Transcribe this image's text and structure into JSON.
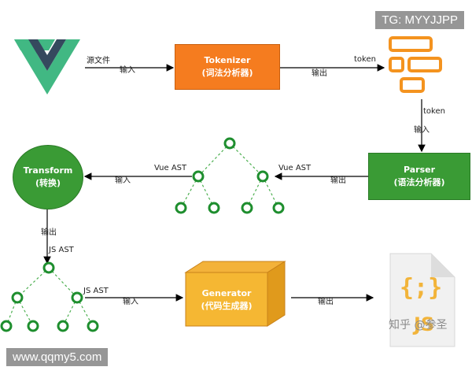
{
  "watermark_top": "TG: MYYJJPP",
  "watermark_bottom": "www.qqmy5.com",
  "watermark_zhihu": "知乎 @参圣",
  "source_label": "源文件",
  "input": "输入",
  "output": "输出",
  "token": "token",
  "vue_ast": "Vue AST",
  "js_ast": "JS AST",
  "tokenizer": {
    "name": "Tokenizer",
    "sub": "(词法分析器)"
  },
  "parser": {
    "name": "Parser",
    "sub": "(语法分析器)"
  },
  "transform": {
    "name": "Transform",
    "sub": "(转换)"
  },
  "generator": {
    "name": "Generator",
    "sub": "(代码生成器)"
  },
  "js_file_glyph": "{;}",
  "js_file_label": "JS",
  "colors": {
    "orange": "#f57c1f",
    "green": "#3a9b35",
    "node_green": "#1e8e2e",
    "vue_green": "#41b883",
    "vue_dark": "#35495e"
  }
}
